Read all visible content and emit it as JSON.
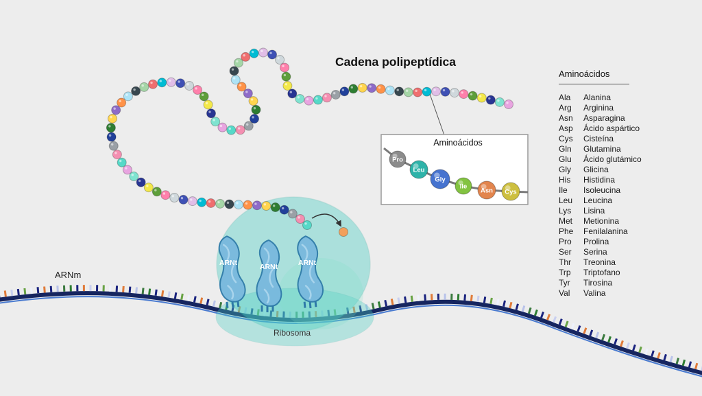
{
  "title": "Cadena polipeptídica",
  "labels": {
    "arnm": "ARNm",
    "arnt": "ARNt",
    "ribosoma": "Ribosoma"
  },
  "inset": {
    "title": "Aminoácidos",
    "beads": [
      {
        "label": "Pro",
        "color": "#8c8c8c"
      },
      {
        "label": "Leu",
        "color": "#2fb3a9"
      },
      {
        "label": "Gly",
        "color": "#4673cf"
      },
      {
        "label": "Ile",
        "color": "#83c341"
      },
      {
        "label": "Asn",
        "color": "#e2854e"
      },
      {
        "label": "Cys",
        "color": "#cdbf3f"
      }
    ]
  },
  "legend": {
    "title": "Aminoácidos",
    "items": [
      {
        "abbr": "Ala",
        "name": "Alanina"
      },
      {
        "abbr": "Arg",
        "name": "Arginina"
      },
      {
        "abbr": "Asn",
        "name": "Asparagina"
      },
      {
        "abbr": "Asp",
        "name": "Ácido aspártico"
      },
      {
        "abbr": "Cys",
        "name": "Cisteína"
      },
      {
        "abbr": "Gln",
        "name": "Glutamina"
      },
      {
        "abbr": "Glu",
        "name": "Ácido glutámico"
      },
      {
        "abbr": "Gly",
        "name": "Glicina"
      },
      {
        "abbr": "His",
        "name": "Histidina"
      },
      {
        "abbr": "Ile",
        "name": "Isoleucina"
      },
      {
        "abbr": "Leu",
        "name": "Leucina"
      },
      {
        "abbr": "Lys",
        "name": "Lisina"
      },
      {
        "abbr": "Met",
        "name": "Metionina"
      },
      {
        "abbr": "Phe",
        "name": "Fenilalanina"
      },
      {
        "abbr": "Pro",
        "name": "Prolina"
      },
      {
        "abbr": "Ser",
        "name": "Serina"
      },
      {
        "abbr": "Thr",
        "name": "Treonina"
      },
      {
        "abbr": "Trp",
        "name": "Triptofano"
      },
      {
        "abbr": "Tyr",
        "name": "Tirosina"
      },
      {
        "abbr": "Val",
        "name": "Valina"
      }
    ]
  },
  "chain": {
    "bead_count": 88,
    "palette": [
      "#56d9c8",
      "#f48fb1",
      "#9aa0a6",
      "#21409a",
      "#2e7d32",
      "#ffd54f",
      "#8e6bc8",
      "#ff9248",
      "#aee3f5",
      "#37474f",
      "#a5d6a7",
      "#ef6f6f",
      "#00bcd4",
      "#e1bee7",
      "#3f51b5",
      "#cfd8dc",
      "#ff80ab",
      "#5d9e3a",
      "#f3e84a",
      "#283593",
      "#7fe3d0",
      "#e8a4e0"
    ]
  },
  "mrna": {
    "line_color": "#16255f",
    "secondary_color": "#4a7bd0",
    "tick_colors": [
      "#2e7d32",
      "#1a237e",
      "#e07b39",
      "#c9cff0",
      "#1a237e",
      "#69a345",
      "#eef1fb",
      "#1a237e",
      "#e07b39",
      "#1a237e",
      "#b9c3ea",
      "#3b7a3f"
    ]
  },
  "ribosome": {
    "fill": "#49cfc4"
  },
  "trna": {
    "body_color": "#79b9de",
    "edge_color": "#2e7aa8"
  }
}
